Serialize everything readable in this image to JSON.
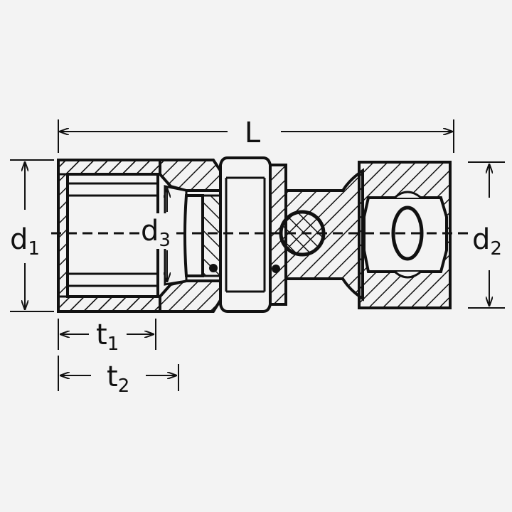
{
  "labels": {
    "length": "L",
    "d1_base": "d",
    "d1_sub": "1",
    "d2_base": "d",
    "d2_sub": "2",
    "d3_base": "d",
    "d3_sub": "3",
    "t1_base": "t",
    "t1_sub": "1",
    "t2_base": "t",
    "t2_sub": "2"
  },
  "colors": {
    "background": "#f3f3f3",
    "ink": "#111111"
  }
}
